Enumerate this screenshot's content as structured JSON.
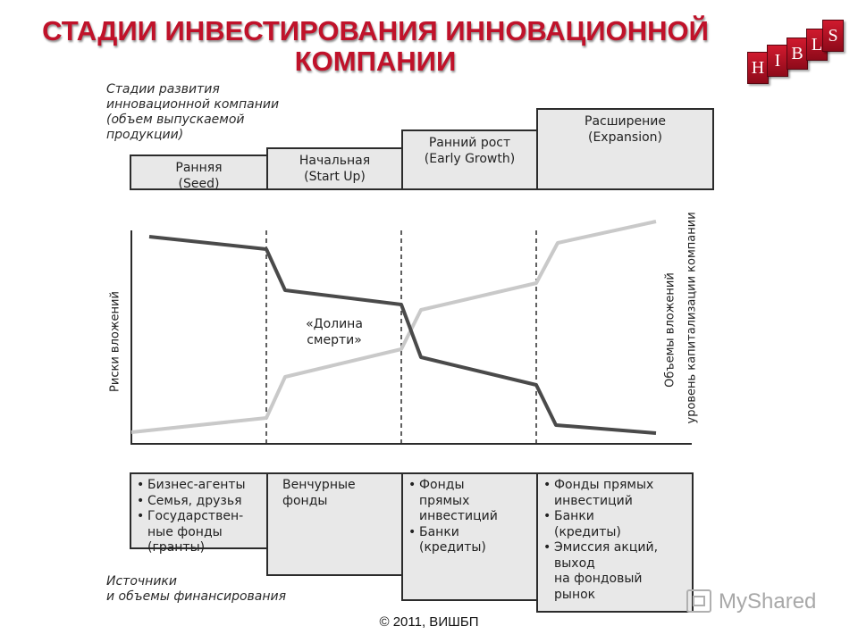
{
  "title": {
    "line1": "СТАДИИ ИНВЕСТИРОВАНИЯ ИННОВАЦИОННОЙ",
    "line2": "КОМПАНИИ"
  },
  "logo": {
    "letters": [
      "H",
      "I",
      "B",
      "L",
      "S"
    ],
    "color": "#c0122a"
  },
  "diagram": {
    "stages_caption": [
      "Стадии развития",
      "инновационной компании",
      "(объем выпускаемой",
      "продукции)"
    ],
    "stages": [
      {
        "line1": "Ранняя",
        "line2": "(Seed)"
      },
      {
        "line1": "Начальная",
        "line2": "(Start Up)"
      },
      {
        "line1": "Ранний рост",
        "line2": "(Early Growth)"
      },
      {
        "line1": "Расширение",
        "line2": "(Expansion)"
      }
    ],
    "left_axis_label": "Риски вложений",
    "right_axis_label_1": "Объемы вложений",
    "right_axis_label_2": "уровень капитализации компании",
    "valley_label": [
      "«Долина",
      "смерти»"
    ],
    "risk_line_color": "#4a4a4a",
    "volume_line_color": "#c9c9c9",
    "sources": [
      {
        "items": [
          "Бизнес-агенты",
          "Семья, друзья",
          "Государствен-\nные фонды\n(гранты)"
        ]
      },
      {
        "text": "Венчурные\nфонды"
      },
      {
        "items": [
          "Фонды\nпрямых\nинвестиций",
          "Банки\n(кредиты)"
        ]
      },
      {
        "items": [
          "Фонды прямых\nинвестиций",
          "Банки\n(кредиты)",
          "Эмиссия акций,\nвыход\nна фондовый\nрынок"
        ]
      }
    ],
    "sources_caption": [
      "Источники",
      "и объемы финансирования"
    ]
  },
  "copyright": "© 2011, ВИШБП",
  "watermark": "MyShared"
}
